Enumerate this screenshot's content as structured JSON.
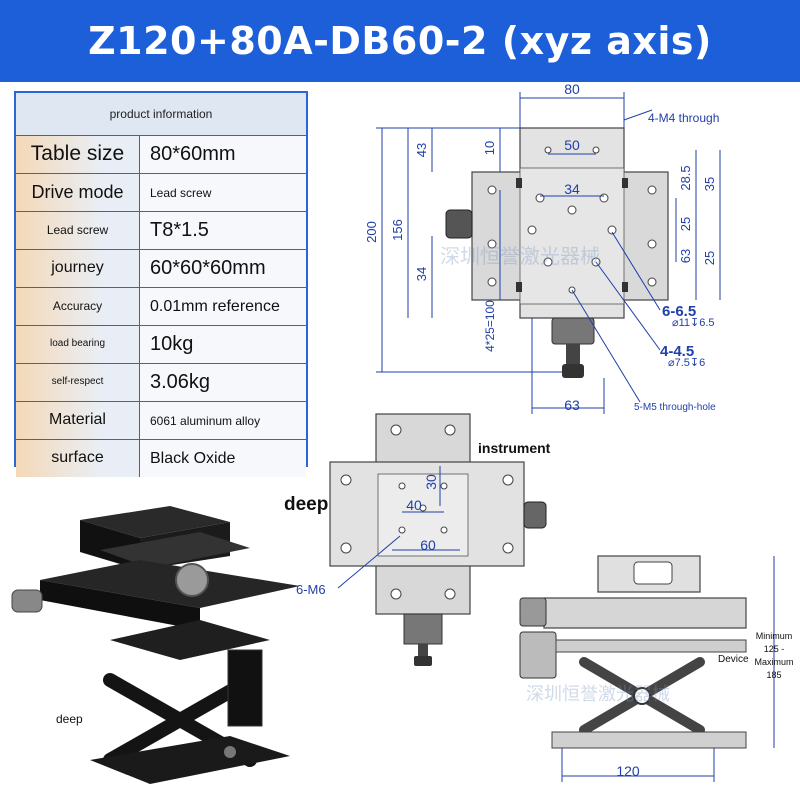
{
  "title": "Z120+80A-DB60-2 (xyz axis)",
  "spec_table": {
    "header": "product information",
    "rows": [
      {
        "label": "Table size",
        "value": "80*60mm"
      },
      {
        "label": "Drive mode",
        "value": "Lead screw"
      },
      {
        "label": "Lead screw",
        "value": "T8*1.5"
      },
      {
        "label": "journey",
        "value": "60*60*60mm"
      },
      {
        "label": "Accuracy",
        "value": "0.01mm reference"
      },
      {
        "label": "load bearing",
        "value": "10kg"
      },
      {
        "label": "self-respect",
        "value": "3.06kg"
      },
      {
        "label": "Material",
        "value": "6061 aluminum alloy"
      },
      {
        "label": "surface",
        "value": "Black Oxide"
      }
    ]
  },
  "drawing_top": {
    "dims": {
      "d80": "80",
      "d50": "50",
      "d34": "34",
      "d10": "10",
      "d43": "43",
      "d200": "200",
      "d156": "156",
      "d34b": "34",
      "d4x25": "4*25=100",
      "d28_5": "28.5",
      "d35": "35",
      "d25": "25",
      "d63": "63",
      "d25b": "25",
      "d63b": "63"
    },
    "callouts": {
      "m4": "4-M4 through",
      "h1_main": "6-6.5",
      "h1_sub": "⌀11↧6.5",
      "h2_main": "4-4.5",
      "h2_sub": "⌀7.5↧6",
      "m5": "5-M5 through-hole"
    }
  },
  "drawing_mid": {
    "instrument": "instrument",
    "deep": "deep",
    "d30": "30",
    "d40": "40",
    "d60": "60",
    "m6": "6-M6"
  },
  "drawing_side": {
    "device": "Device",
    "range": [
      "Minimum",
      "125 -",
      "Maximum",
      "185"
    ],
    "d120": "120"
  },
  "photo": {
    "deep": "deep"
  },
  "watermark": "深圳恒誉激光器械",
  "colors": {
    "title_bg": "#1c5fd8",
    "dim_blue": "#2140a8",
    "table_border": "#2a66d9"
  }
}
